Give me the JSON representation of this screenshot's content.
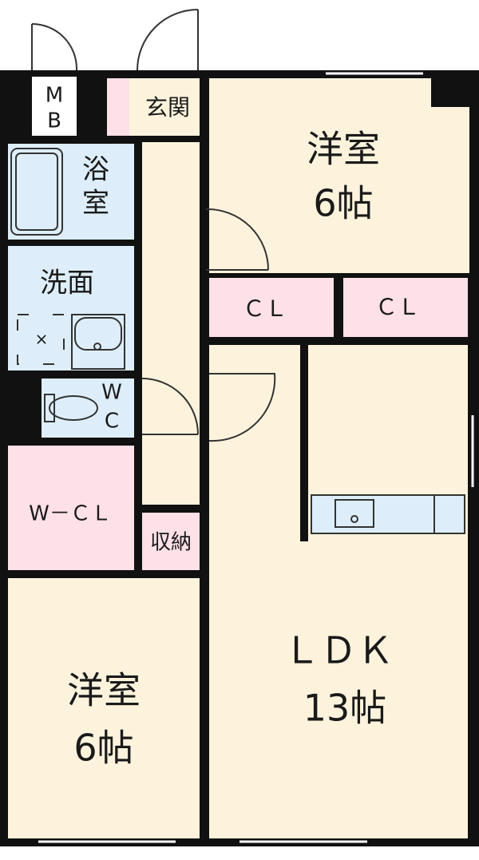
{
  "colors": {
    "wall": "#111111",
    "room": "#fdf3dc",
    "wet": "#ddeefa",
    "storage": "#fde0e8",
    "line": "#333333"
  },
  "labels": {
    "mb_1": "M",
    "mb_2": "B",
    "genkan": "玄関",
    "bath_1": "浴",
    "bath_2": "室",
    "senmen": "洗面",
    "wc_1": "W",
    "wc_2": "C",
    "wcl": "W－ＣＬ",
    "shuno": "収納",
    "room_top_1": "洋室",
    "room_top_2": "6帖",
    "cl_1": "ＣＬ",
    "cl_2": "ＣＬ",
    "ldk_1": "ＬＤＫ",
    "ldk_2": "13帖",
    "room_bottom_1": "洋室",
    "room_bottom_2": "6帖"
  }
}
